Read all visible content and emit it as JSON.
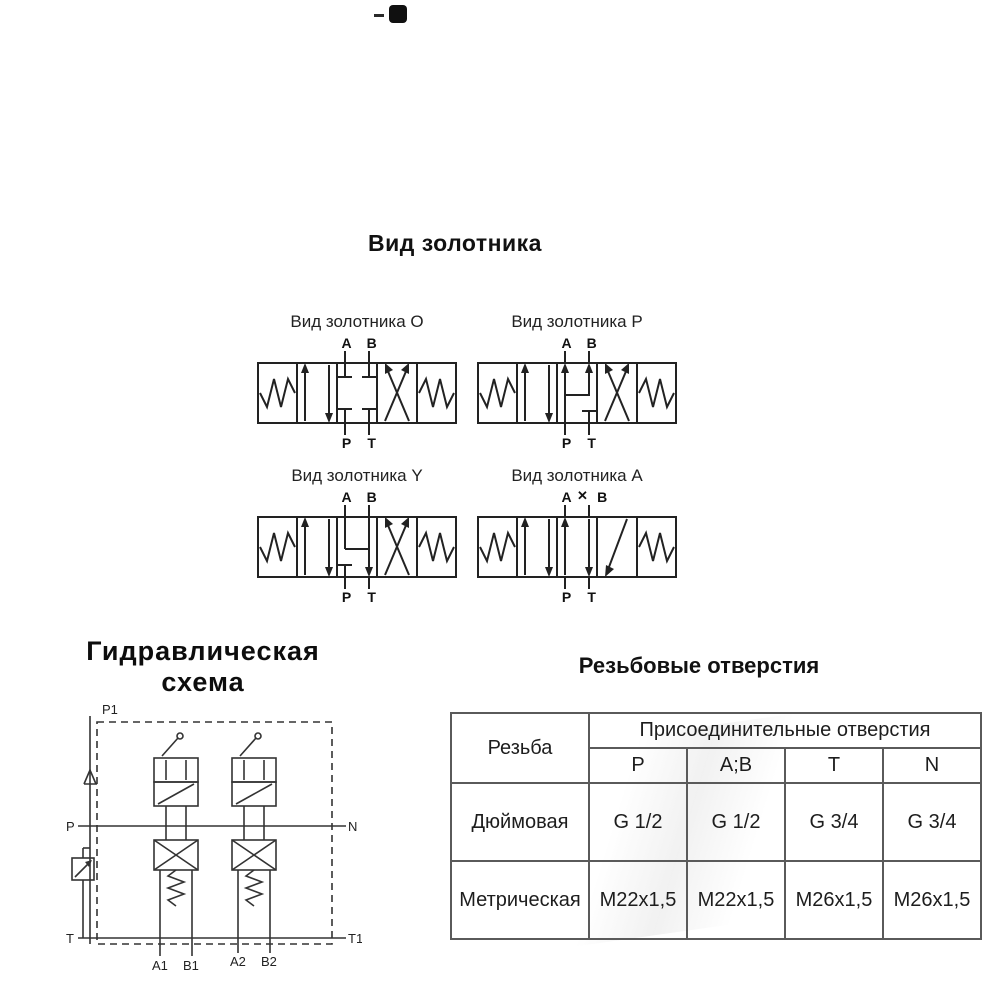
{
  "page": {
    "main_title": "Вид золотника"
  },
  "spool_views": [
    {
      "label": "Вид золотника O",
      "port_a": "A",
      "port_b": "B",
      "port_p": "P",
      "port_t": "T"
    },
    {
      "label": "Вид золотника P",
      "port_a": "A",
      "port_b": "B",
      "port_p": "P",
      "port_t": "T"
    },
    {
      "label": "Вид золотника Y",
      "port_a": "A",
      "port_b": "B",
      "port_p": "P",
      "port_t": "T"
    },
    {
      "label": "Вид золотника A",
      "port_a": "A",
      "port_b": "B",
      "port_p": "P",
      "port_t": "T",
      "port_a_plug": "✕"
    }
  ],
  "hydraulic_scheme": {
    "title_line1": "Гидравлическая",
    "title_line2": "схема",
    "labels": {
      "p1": "P1",
      "p": "P",
      "n": "N",
      "t": "T",
      "t1": "T1",
      "a1": "A1",
      "b1": "B1",
      "a2": "A2",
      "b2": "B2"
    }
  },
  "thread_table": {
    "title": "Резьбовые отверстия",
    "header_col": "Резьба",
    "header_group": "Присоединительные отверстия",
    "port_headers": [
      "P",
      "A;B",
      "T",
      "N"
    ],
    "rows": [
      {
        "name": "Дюймовая",
        "values": [
          "G 1/2",
          "G 1/2",
          "G 3/4",
          "G 3/4"
        ]
      },
      {
        "name": "Метрическая",
        "values": [
          "M22x1,5",
          "M22x1,5",
          "M26x1,5",
          "M26x1,5"
        ]
      }
    ]
  }
}
